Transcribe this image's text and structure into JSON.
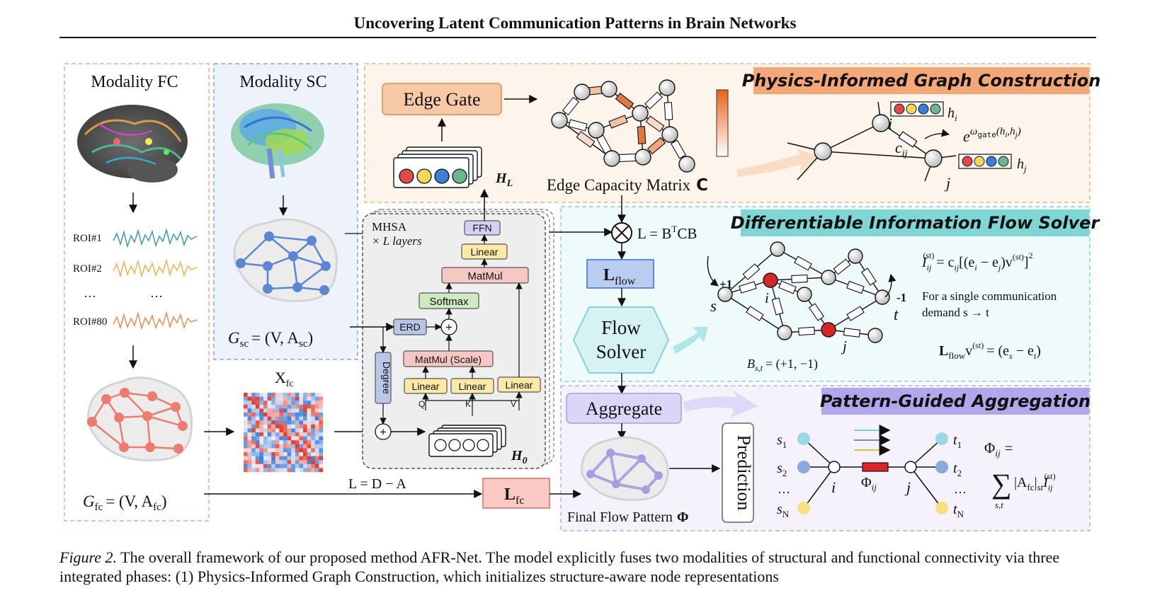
{
  "header": {
    "title": "Uncovering Latent Communication Patterns in Brain Networks"
  },
  "fc_panel": {
    "title": "Modality FC",
    "roi_labels": [
      "ROI#1",
      "ROI#2",
      "…",
      "ROI#80"
    ],
    "roi_dots": "…",
    "graph_label": "G",
    "graph_sub": "fc",
    "graph_eq": "= (V, A",
    "graph_eq_sub": "fc",
    "graph_eq_end": ")"
  },
  "sc_panel": {
    "title": "Modality SC",
    "graph_label": "G",
    "graph_sub": "sc",
    "graph_eq": "= (V, A",
    "graph_eq_sub": "sc",
    "graph_eq_end": ")"
  },
  "xfc": {
    "label": "X",
    "sub": "fc"
  },
  "transformer": {
    "mhsa": "MHSA",
    "layers": "× L layers",
    "ffn": "FFN",
    "linear_top": "Linear",
    "matmul": "MatMul",
    "softmax": "Softmax",
    "erd": "ERD",
    "degree": "Degree",
    "matmul_scale": "MatMul (Scale)",
    "linear_q": "Linear",
    "linear_k": "Linear",
    "linear_v": "Linear",
    "q": "Q",
    "k": "K",
    "v": "V",
    "plus": "+",
    "h0": "H",
    "h0_sub": "0",
    "hl": "H",
    "hl_sub": "L"
  },
  "construction": {
    "banner": "Physics-Informed Graph Construction",
    "edge_gate": "Edge Gate",
    "matrix_label": "Edge Capacity Matrix",
    "matrix_symbol": "C",
    "node_i": "i",
    "node_j": "j",
    "edge": "c",
    "edge_sub": "ij",
    "hi": "h",
    "hi_sub": "i",
    "hj": "h",
    "hj_sub": "j",
    "gate_formula": "e",
    "gate_exp": "ω",
    "gate_exp_sub": "gate",
    "gate_exp_args": "(h",
    "gate_exp_args_i": "i",
    "gate_exp_args_mid": ",h",
    "gate_exp_args_j": "j",
    "gate_exp_args_end": ")"
  },
  "solver": {
    "banner": "Differentiable Information Flow Solver",
    "laplacian": "L = B",
    "laplacian_sup": "T",
    "laplacian_end": "CB",
    "lflow": "L",
    "lflow_sub": "flow",
    "flow_solver_line1": "Flow",
    "flow_solver_line2": "Solver",
    "plus_one": "+1",
    "minus_one": "-1",
    "s": "s",
    "t": "t",
    "i": "i",
    "j": "j",
    "b_st": "B",
    "b_st_sub": "s,t",
    "b_st_val": "= (+1, −1)",
    "eq1_lhs": "I",
    "eq1_sub": "ij",
    "eq1_sup": "(st)",
    "eq1_rhs": "= c",
    "eq1_rhs_sub": "ij",
    "eq1_rest": "[(e",
    "eq1_ei": "i",
    "eq1_mid": " − e",
    "eq1_ej": "j",
    "eq1_v": ")v",
    "eq1_vsup": "(st)",
    "eq1_end": "]",
    "eq1_sq": "2",
    "note_line1": "For a single communication",
    "note_line2": "demand s → t",
    "eq2_l": "L",
    "eq2_sub": "flow",
    "eq2_v": "v",
    "eq2_vsup": "(st)",
    "eq2_rhs": "= (e",
    "eq2_es": "s",
    "eq2_mid": " − e",
    "eq2_et": "t",
    "eq2_end": ")"
  },
  "aggregation": {
    "banner": "Pattern-Guided Aggregation",
    "aggregate": "Aggregate",
    "prediction": "Prediction",
    "final_flow": "Final Flow Pattern",
    "final_flow_symbol": "Φ",
    "s1": "s",
    "s1_sub": "1",
    "s2": "s",
    "s2_sub": "2",
    "sdots": "…",
    "sn": "s",
    "sn_sub": "N",
    "t1": "t",
    "t1_sub": "1",
    "t2": "t",
    "t2_sub": "2",
    "tdots": "…",
    "tn": "t",
    "tn_sub": "N",
    "i": "i",
    "j": "j",
    "phi": "Φ",
    "phi_sub": "ij",
    "phi_eq": "Φ",
    "phi_eq_sub": "ij",
    "phi_eq_end": "=",
    "sum": "∑",
    "sum_sub": "s,t",
    "sum_term": "|A",
    "sum_term_sub": "fc",
    "sum_term_mid": "|",
    "sum_term_st": "st",
    "sum_term_i": "I",
    "sum_term_i_sub": "ij",
    "sum_term_i_sup": "(st)"
  },
  "bottom": {
    "laplacian": "L = D − A",
    "lfc": "L",
    "lfc_sub": "fc"
  },
  "caption": {
    "label": "Figure 2.",
    "text": "The overall framework of our proposed method AFR-Net. The model explicitly fuses two modalities of structural and functional connectivity via three integrated phases: (1) Physics-Informed Graph Construction, which initializes structure-aware node representations"
  },
  "colors": {
    "fc_border": "#f2a7a0",
    "sc_border": "#8aa8d8",
    "sc_fill": "#eef3fb",
    "construction_border": "#f3b383",
    "construction_fill": "#fdf4ec",
    "construction_banner": "#f4a878",
    "solver_border": "#86d2d2",
    "solver_fill": "#effafa",
    "solver_banner": "#7fd6d4",
    "aggregation_border": "#b9aee6",
    "aggregation_fill": "#f5f2fc",
    "aggregation_banner": "#b3a6ea",
    "fc_graph": "#ee7b6c",
    "sc_graph": "#5b86d4",
    "agg_graph": "#a99ce0",
    "node_red": "#d62728"
  }
}
